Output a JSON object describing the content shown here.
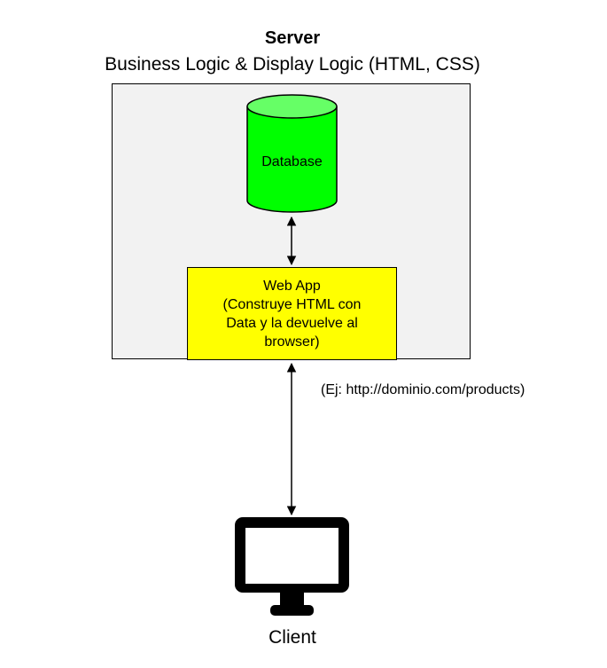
{
  "server": {
    "title": "Server",
    "subtitle": "Business Logic & Display Logic (HTML, CSS)"
  },
  "database": {
    "label": "Database",
    "color": "#00ff00"
  },
  "webapp": {
    "label": "Web App\n(Construye HTML con\nData y la devuelve al\nbrowser)",
    "color": "#ffff00"
  },
  "request_example": "(Ej: http://dominio.com/products)",
  "client": {
    "label": "Client",
    "icon": "monitor-icon"
  }
}
